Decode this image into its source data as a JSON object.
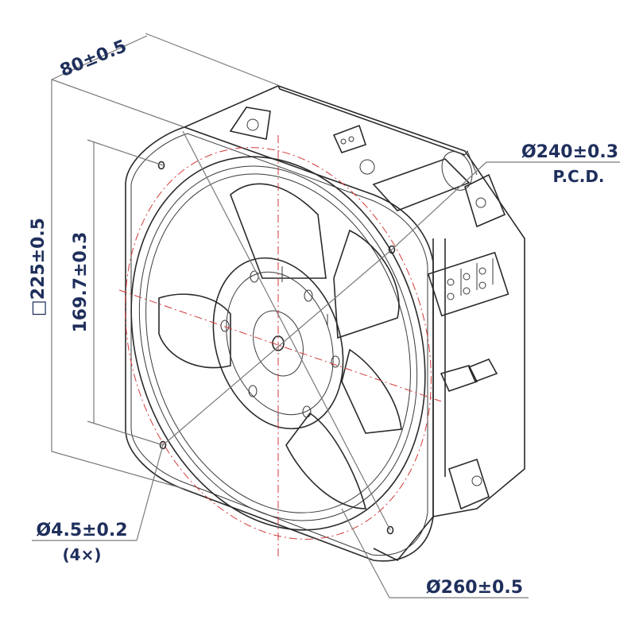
{
  "diagram": {
    "title": "",
    "dimensions": {
      "depth": "80±0.5",
      "frame_square": "□225±0.5",
      "hole_spacing": "169.7±0.3",
      "pcd_diameter": "Ø240±0.3",
      "pcd_label": "P.C.D.",
      "hole_diameter": "Ø4.5±0.2",
      "hole_count": "(4×)",
      "outer_diameter": "Ø260±0.5"
    },
    "colors": {
      "dimension_text": "#1f2f5c",
      "outline": "#2a2a2a",
      "center_line": "#d23a3a",
      "leader_line": "#7a7a7a"
    }
  }
}
